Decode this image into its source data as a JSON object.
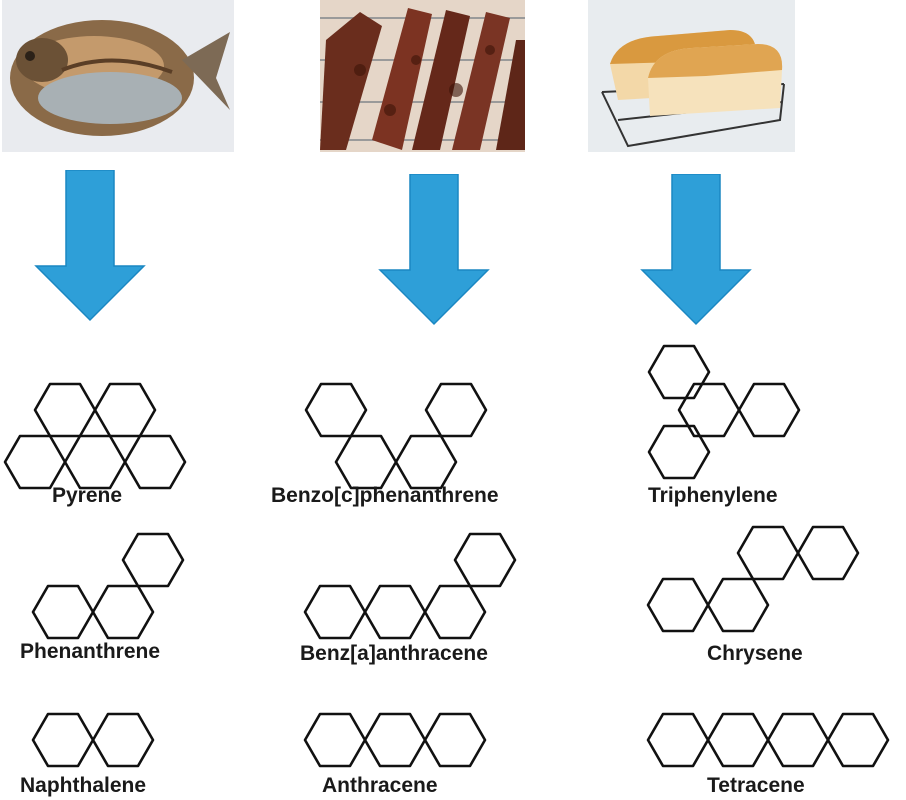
{
  "colors": {
    "arrow": "#2e9fd8",
    "arrow_edge": "#1a87c2",
    "ring": "#111111",
    "text": "#1a1a1a"
  },
  "columns": [
    {
      "source_icon": "smoked-fish-photo",
      "compounds": [
        {
          "name": "Pyrene"
        },
        {
          "name": "Phenanthrene"
        },
        {
          "name": "Naphthalene"
        }
      ]
    },
    {
      "source_icon": "grilled-meat-photo",
      "compounds": [
        {
          "name": "Benzo[c]phenanthrene"
        },
        {
          "name": "Benz[a]anthracene"
        },
        {
          "name": "Anthracene"
        }
      ]
    },
    {
      "source_icon": "toasted-bread-photo",
      "compounds": [
        {
          "name": "Triphenylene"
        },
        {
          "name": "Chrysene"
        },
        {
          "name": "Tetracene"
        }
      ]
    }
  ]
}
